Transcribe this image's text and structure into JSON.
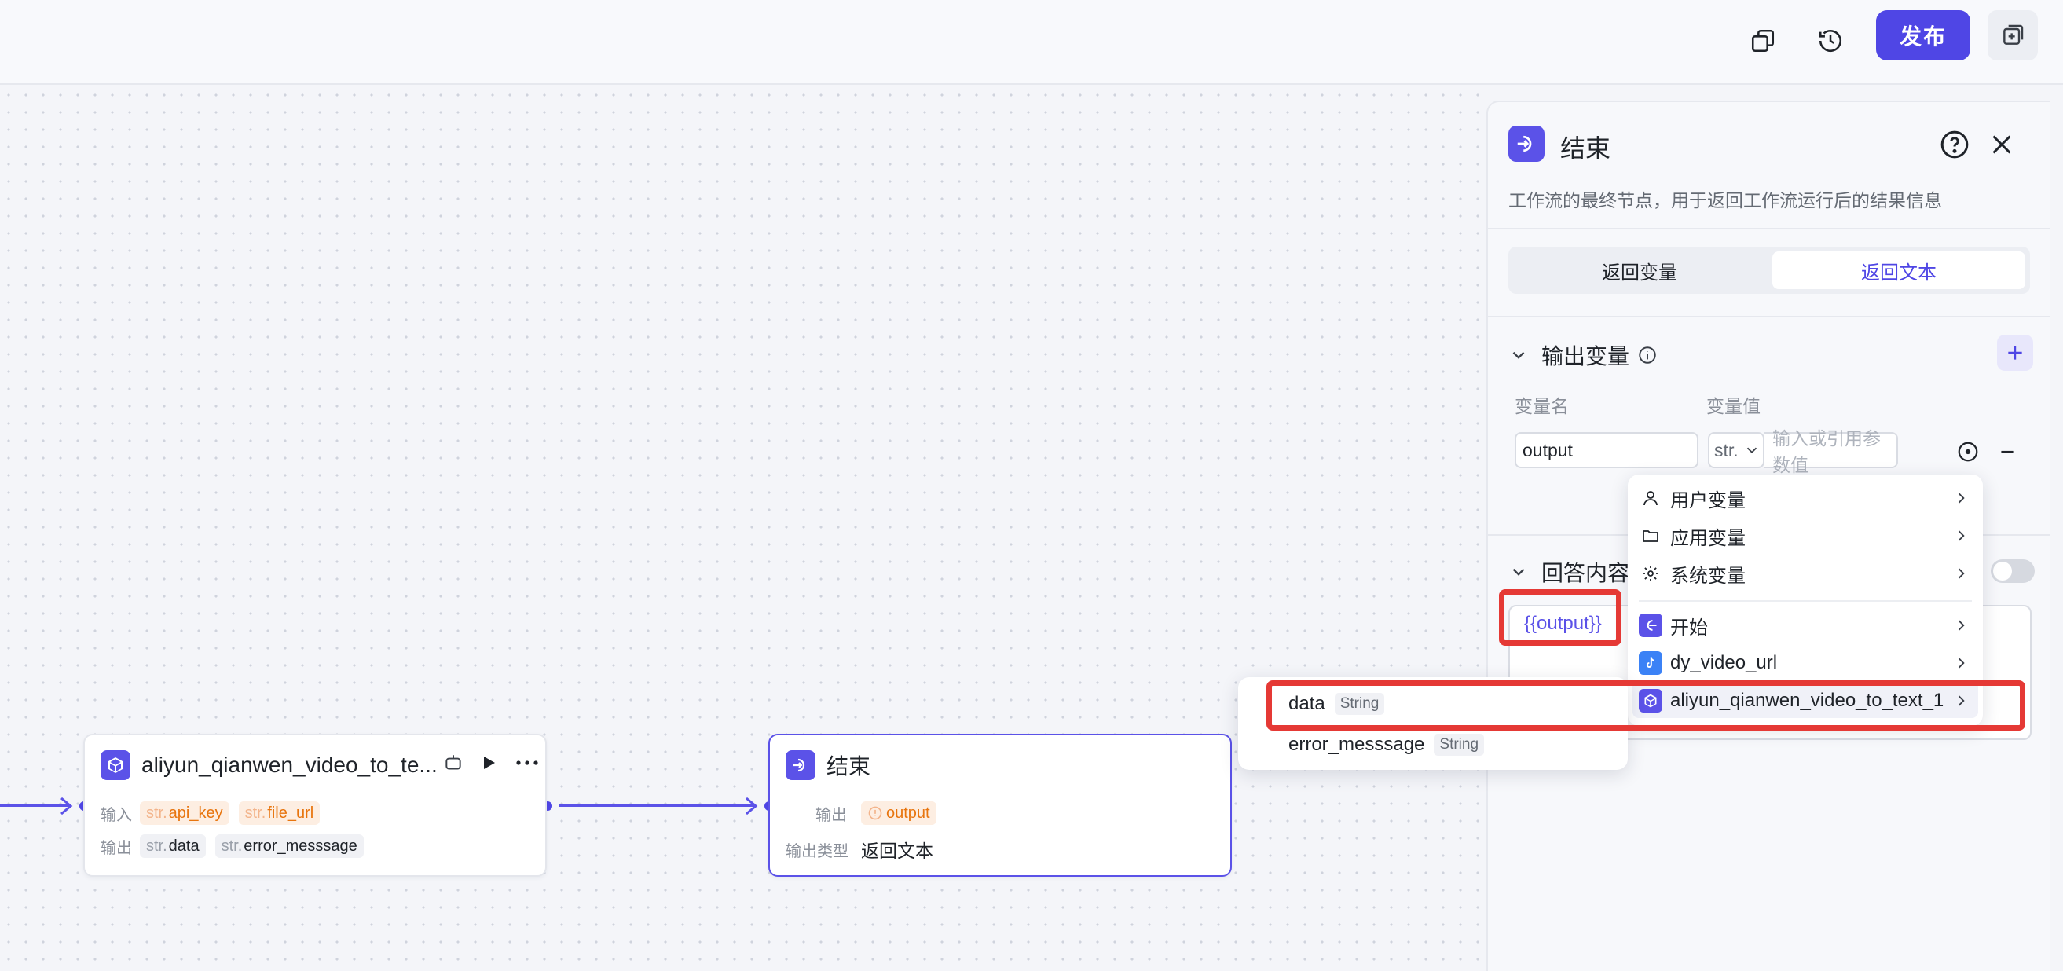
{
  "topbar": {
    "publish_label": "发布"
  },
  "icons": {
    "copy": "copy-icon",
    "history": "history-icon",
    "expand": "add-panel-icon"
  },
  "nodes": {
    "video_node": {
      "title": "aliyun_qianwen_video_to_te...",
      "input_label": "输入",
      "output_label": "输出",
      "inputs": [
        {
          "prefix": "str.",
          "name": "api_key"
        },
        {
          "prefix": "str.",
          "name": "file_url"
        }
      ],
      "outputs": [
        {
          "prefix": "str.",
          "name": "data"
        },
        {
          "prefix": "str.",
          "name": "error_messsage"
        }
      ]
    },
    "end_node": {
      "title": "结束",
      "output_label": "输出",
      "output_tag": "output",
      "output_type_label": "输出类型",
      "output_type_value": "返回文本"
    }
  },
  "panel": {
    "title": "结束",
    "description": "工作流的最终节点，用于返回工作流运行后的结果信息",
    "tabs": [
      {
        "label": "返回变量",
        "active": false
      },
      {
        "label": "返回文本",
        "active": true
      }
    ],
    "output_section": {
      "title": "输出变量",
      "col_name": "变量名",
      "col_value": "变量值",
      "name_value": "output",
      "type_value": "str.",
      "value_placeholder": "输入或引用参数值"
    },
    "answer_section": {
      "title": "回答内容",
      "content": "{{output}}"
    }
  },
  "menu": {
    "groups": [
      {
        "label": "用户变量",
        "icon": "user-icon"
      },
      {
        "label": "应用变量",
        "icon": "folder-icon"
      },
      {
        "label": "系统变量",
        "icon": "gear-icon"
      }
    ],
    "nodes": [
      {
        "label": "开始",
        "icon": "start-node-icon"
      },
      {
        "label": "dy_video_url",
        "icon": "douyin-icon"
      },
      {
        "label": "aliyun_qianwen_video_to_text_1",
        "icon": "plugin-cube-icon"
      }
    ]
  },
  "submenu": {
    "items": [
      {
        "name": "data",
        "type": "String"
      },
      {
        "name": "error_messsage",
        "type": "String"
      }
    ]
  },
  "colors": {
    "accent": "#4f46e5",
    "highlight": "#e53935",
    "tag_orange": "#e8750e"
  }
}
